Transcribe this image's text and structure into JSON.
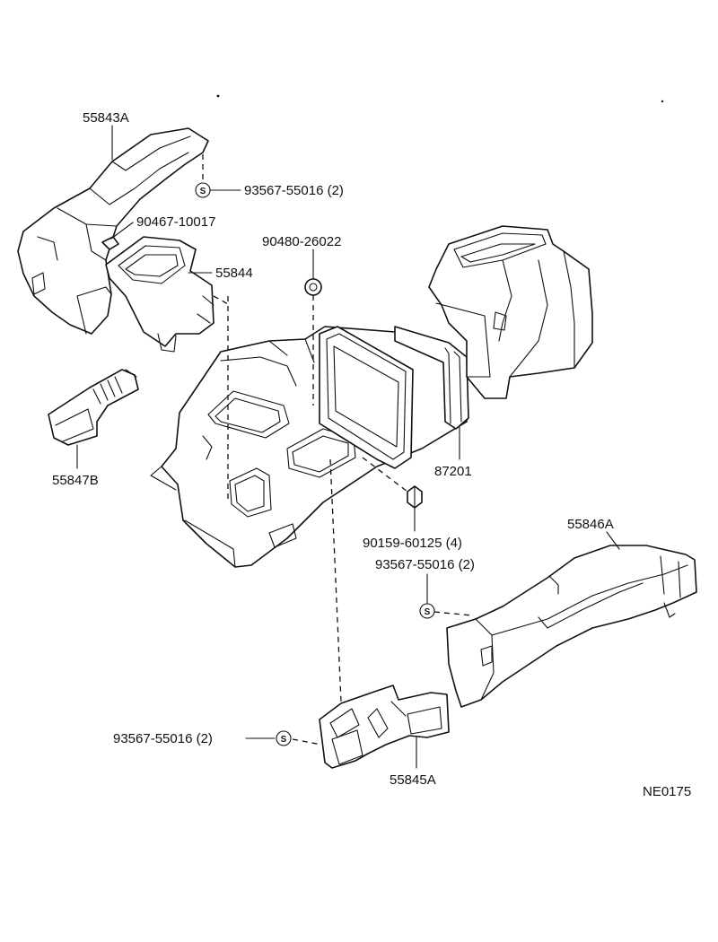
{
  "labels": {
    "duct_left": "55843A",
    "screw_top": "93567-55016 (2)",
    "clip_left": "90467-10017",
    "grommet": "90480-26022",
    "duct_small": "55844",
    "hose": "55847B",
    "heater_unit": "87201",
    "bolt": "90159-60125 (4)",
    "screw_right": "93567-55016 (2)",
    "duct_right": "55846A",
    "screw_bottom": "93567-55016 (2)",
    "duct_bottom": "55845A",
    "drawing_code": "NE0175"
  },
  "screw_symbol": "S"
}
